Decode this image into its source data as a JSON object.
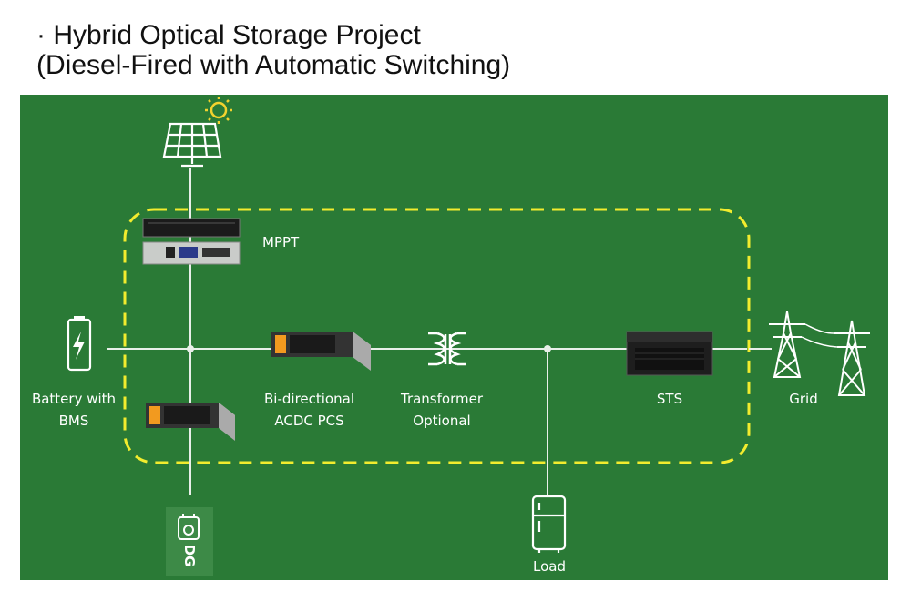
{
  "title": {
    "line1": "· Hybrid Optical Storage Project",
    "line2": "(Diesel-Fired with Automatic Switching)"
  },
  "colors": {
    "panel": "#2a7a36",
    "line": "#e8efe9",
    "dashed_box": "#f2ec2e",
    "sun": "#f2d22e"
  },
  "icons": [
    "sun-icon",
    "solar-panel-icon",
    "battery-icon",
    "transformer-icon",
    "fridge-icon",
    "diesel-generator-icon",
    "power-tower-icon"
  ],
  "labels": {
    "mppt": "MPPT",
    "battery_line1": "Battery with",
    "battery_line2": "BMS",
    "pcs_line1": "Bi-directional",
    "pcs_line2": "ACDC PCS",
    "transformer_line1": "Transformer",
    "transformer_line2": "Optional",
    "sts": "STS",
    "grid": "Grid",
    "load": "Load",
    "dg": "DG"
  }
}
